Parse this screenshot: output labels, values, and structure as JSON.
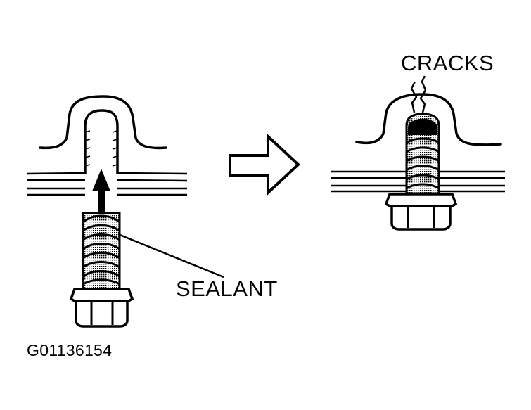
{
  "labels": {
    "cracks": "CRACKS",
    "sealant": "SEALANT",
    "figure_code": "G01136154"
  },
  "colors": {
    "ink": "#000000",
    "paper": "#ffffff"
  }
}
